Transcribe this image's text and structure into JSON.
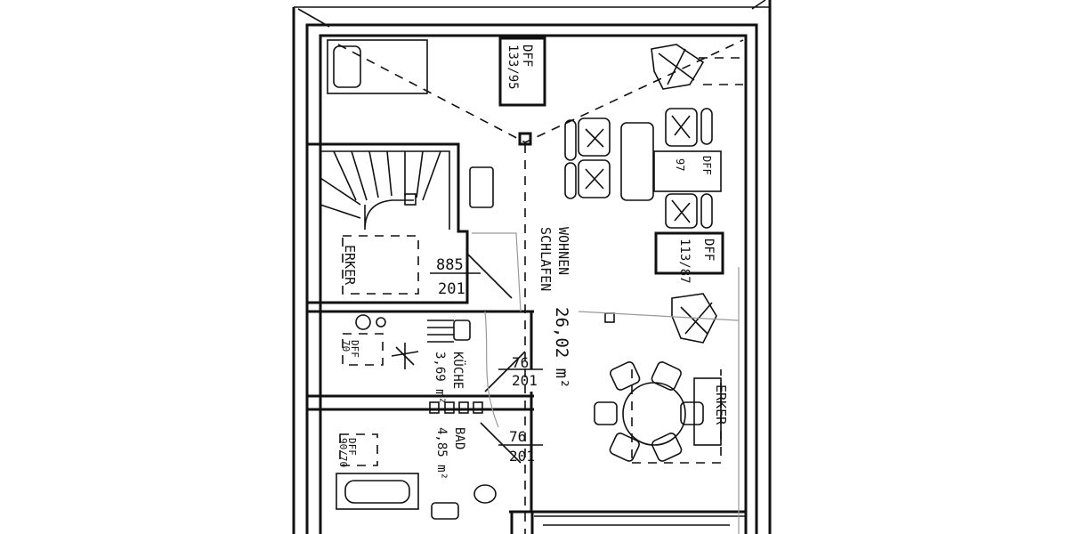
{
  "plan": {
    "skylights": [
      {
        "label": "DFF",
        "size": "133/95"
      },
      {
        "label": "DFF",
        "size": "113/87"
      },
      {
        "label": "DFF",
        "size": "97"
      },
      {
        "label": "DFF",
        "size": "70"
      },
      {
        "label": "DFF",
        "size": "90/70"
      }
    ],
    "living": {
      "name1": "WOHNEN",
      "name2": "SCHLAFEN",
      "area": "26,02 m²"
    },
    "bay_left": "ERKER",
    "bay_right": "ERKER",
    "kitchen": {
      "name": "KÜCHE",
      "area": "3,69 m²"
    },
    "bath": {
      "name": "BAD",
      "area": "4,85 m²"
    },
    "doors": [
      {
        "width": "885",
        "height": "201"
      },
      {
        "width": "76",
        "height": "201"
      },
      {
        "width": "76",
        "height": "201"
      }
    ]
  }
}
